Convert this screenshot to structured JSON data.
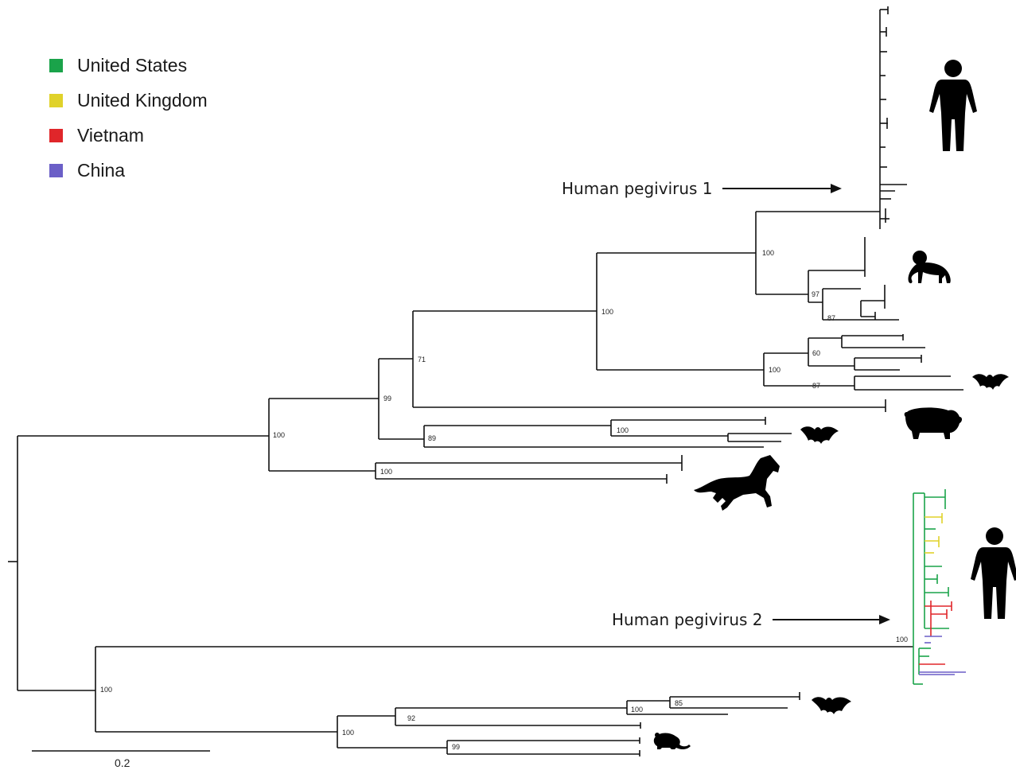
{
  "legend": [
    {
      "label": "United States",
      "color": "#1aa34a"
    },
    {
      "label": "United Kingdom",
      "color": "#e0d22a"
    },
    {
      "label": "Vietnam",
      "color": "#e0262a"
    },
    {
      "label": "China",
      "color": "#6b5fc7"
    }
  ],
  "annotations": {
    "hpgv1": "Human pegivirus 1",
    "hpgv2": "Human pegivirus 2"
  },
  "scale_bar": {
    "label": "0.2"
  },
  "bootstrap_values": [
    "100",
    "97",
    "87",
    "100",
    "60",
    "100",
    "87",
    "71",
    "99",
    "100",
    "89",
    "100",
    "100",
    "100",
    "100",
    "85",
    "100",
    "92",
    "99",
    "100"
  ],
  "host_icons": [
    "human-silhouette-icon",
    "monkey-silhouette-icon",
    "bat-silhouette-icon",
    "pig-silhouette-icon",
    "bat-silhouette-icon",
    "horse-silhouette-icon",
    "human-silhouette-icon",
    "bat-silhouette-icon",
    "rodent-silhouette-icon"
  ],
  "colors": {
    "branch": "#111111",
    "us": "#1aa34a",
    "uk": "#e0d22a",
    "vietnam": "#e0262a",
    "china": "#6b5fc7"
  }
}
